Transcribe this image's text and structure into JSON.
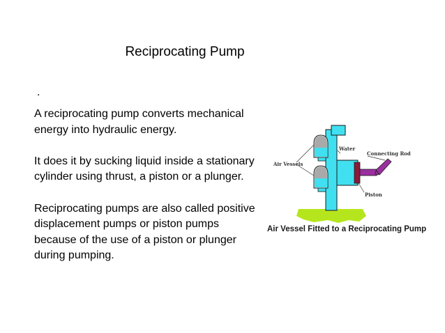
{
  "slide": {
    "title": "Reciprocating Pump",
    "bullet_dot": ".",
    "paragraphs": [
      "A reciprocating pump converts mechanical energy into hydraulic energy.",
      " It does it by sucking liquid inside a stationary cylinder using thrust, a piston or a plunger.",
      " Reciprocating pumps are also called positive displacement pumps or piston pumps because of the use of a piston or plunger during pumping."
    ]
  },
  "figure": {
    "labels": {
      "air_vessels": "Air Vessels",
      "water": "Water",
      "connecting_rod": "Connecting Rod",
      "piston": "Piston"
    },
    "caption": "Air Vessel Fitted to a Reciprocating Pump",
    "colors": {
      "water": "#40e0f0",
      "vessel": "#a9a9a9",
      "piston": "#8b1a3a",
      "rod": "#9b2fa0",
      "ground": "#b5e61d"
    }
  }
}
